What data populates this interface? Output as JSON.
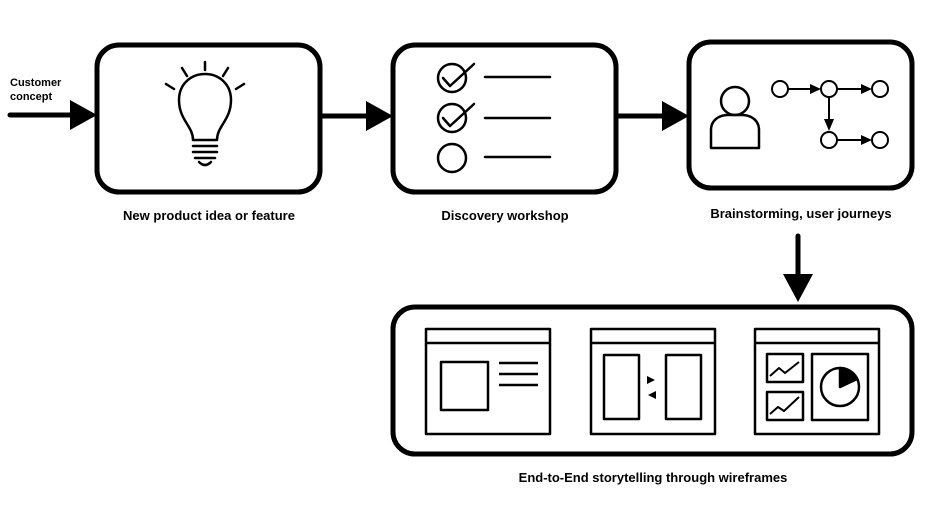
{
  "input_label": "Customer concept",
  "steps": [
    {
      "label": "New product idea or feature"
    },
    {
      "label": "Discovery workshop"
    },
    {
      "label": "Brainstorming, user journeys"
    },
    {
      "label": "End-to-End storytelling through wireframes"
    }
  ]
}
